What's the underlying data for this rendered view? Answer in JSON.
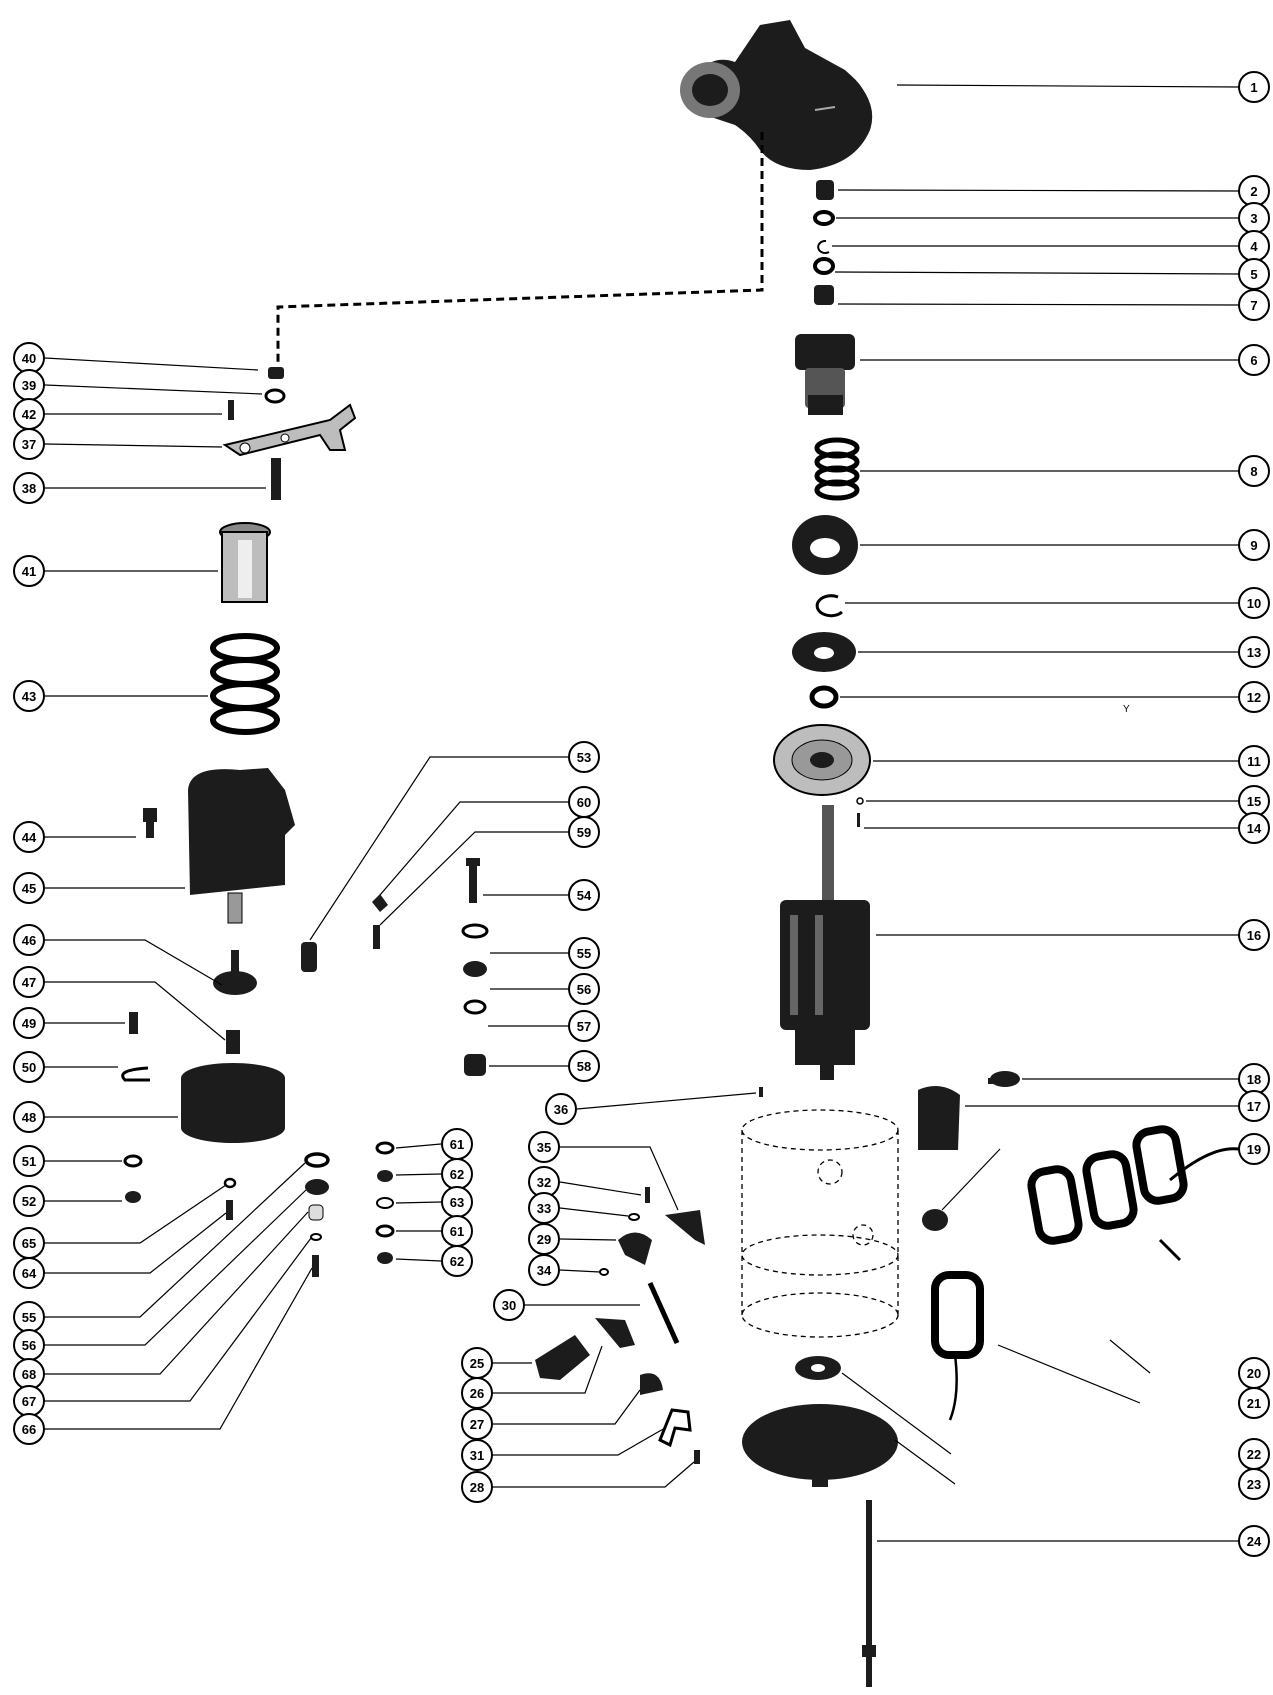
{
  "diagram": {
    "type": "exploded-parts-view",
    "colors": {
      "ink": "#000000",
      "paper": "#ffffff"
    }
  },
  "callouts": [
    {
      "id": "c1",
      "label": "1"
    },
    {
      "id": "c2",
      "label": "2"
    },
    {
      "id": "c3",
      "label": "3"
    },
    {
      "id": "c4",
      "label": "4"
    },
    {
      "id": "c5",
      "label": "5"
    },
    {
      "id": "c7",
      "label": "7"
    },
    {
      "id": "c6",
      "label": "6"
    },
    {
      "id": "c8",
      "label": "8"
    },
    {
      "id": "c9",
      "label": "9"
    },
    {
      "id": "c10",
      "label": "10"
    },
    {
      "id": "c13",
      "label": "13"
    },
    {
      "id": "c12",
      "label": "12"
    },
    {
      "id": "c11",
      "label": "11"
    },
    {
      "id": "c15",
      "label": "15"
    },
    {
      "id": "c14",
      "label": "14"
    },
    {
      "id": "c16",
      "label": "16"
    },
    {
      "id": "c18",
      "label": "18"
    },
    {
      "id": "c17",
      "label": "17"
    },
    {
      "id": "c19",
      "label": "19"
    },
    {
      "id": "c20",
      "label": "20"
    },
    {
      "id": "c21",
      "label": "21"
    },
    {
      "id": "c22",
      "label": "22"
    },
    {
      "id": "c23",
      "label": "23"
    },
    {
      "id": "c24",
      "label": "24"
    },
    {
      "id": "c40",
      "label": "40"
    },
    {
      "id": "c39",
      "label": "39"
    },
    {
      "id": "c42",
      "label": "42"
    },
    {
      "id": "c37",
      "label": "37"
    },
    {
      "id": "c38",
      "label": "38"
    },
    {
      "id": "c41",
      "label": "41"
    },
    {
      "id": "c43",
      "label": "43"
    },
    {
      "id": "c44",
      "label": "44"
    },
    {
      "id": "c45",
      "label": "45"
    },
    {
      "id": "c46",
      "label": "46"
    },
    {
      "id": "c47",
      "label": "47"
    },
    {
      "id": "c49",
      "label": "49"
    },
    {
      "id": "c50",
      "label": "50"
    },
    {
      "id": "c48",
      "label": "48"
    },
    {
      "id": "c51",
      "label": "51"
    },
    {
      "id": "c52",
      "label": "52"
    },
    {
      "id": "c65",
      "label": "65"
    },
    {
      "id": "c64",
      "label": "64"
    },
    {
      "id": "c55a",
      "label": "55"
    },
    {
      "id": "c56a",
      "label": "56"
    },
    {
      "id": "c68",
      "label": "68"
    },
    {
      "id": "c67",
      "label": "67"
    },
    {
      "id": "c66",
      "label": "66"
    },
    {
      "id": "c53",
      "label": "53"
    },
    {
      "id": "c60",
      "label": "60"
    },
    {
      "id": "c59",
      "label": "59"
    },
    {
      "id": "c54",
      "label": "54"
    },
    {
      "id": "c55b",
      "label": "55"
    },
    {
      "id": "c56b",
      "label": "56"
    },
    {
      "id": "c57",
      "label": "57"
    },
    {
      "id": "c58",
      "label": "58"
    },
    {
      "id": "c61a",
      "label": "61"
    },
    {
      "id": "c62a",
      "label": "62"
    },
    {
      "id": "c63",
      "label": "63"
    },
    {
      "id": "c61b",
      "label": "61"
    },
    {
      "id": "c62b",
      "label": "62"
    },
    {
      "id": "c36",
      "label": "36"
    },
    {
      "id": "c35",
      "label": "35"
    },
    {
      "id": "c32",
      "label": "32"
    },
    {
      "id": "c33",
      "label": "33"
    },
    {
      "id": "c29",
      "label": "29"
    },
    {
      "id": "c34",
      "label": "34"
    },
    {
      "id": "c30",
      "label": "30"
    },
    {
      "id": "c25",
      "label": "25"
    },
    {
      "id": "c26",
      "label": "26"
    },
    {
      "id": "c27",
      "label": "27"
    },
    {
      "id": "c31",
      "label": "31"
    },
    {
      "id": "c28",
      "label": "28"
    }
  ],
  "stray_marks": {
    "y_mark": "Y"
  }
}
